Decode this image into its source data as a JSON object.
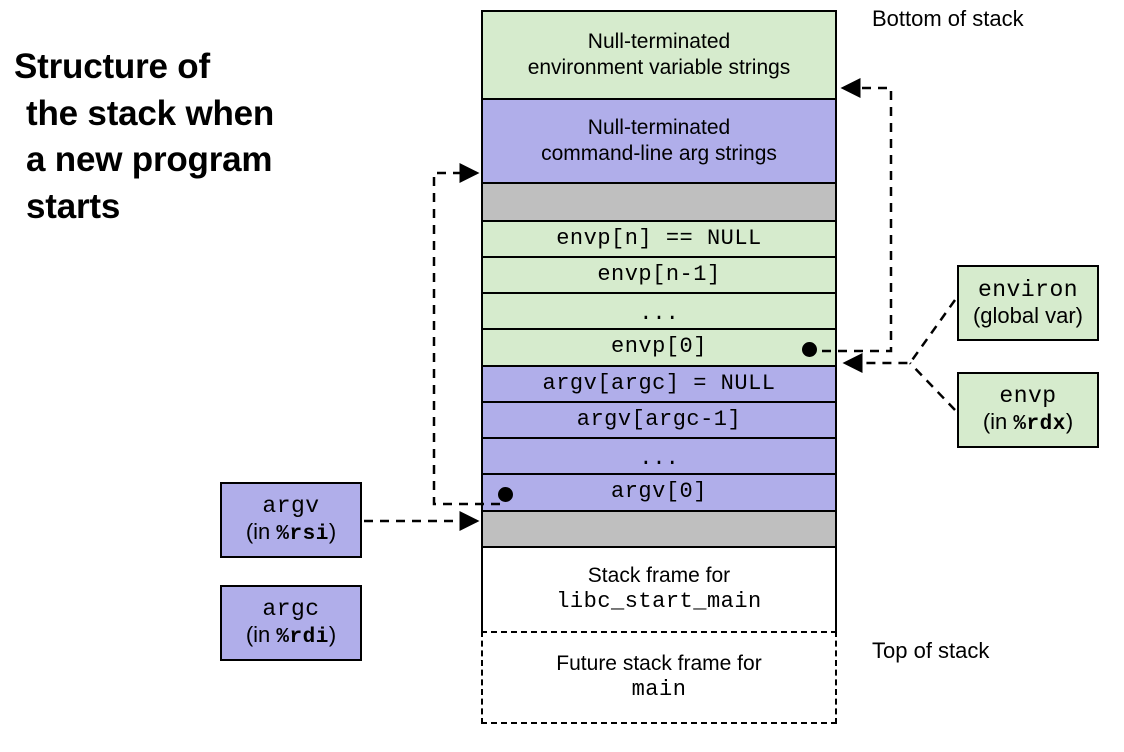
{
  "title": {
    "lines": [
      "Structure of",
      "the stack when",
      "a new program",
      "starts"
    ]
  },
  "labels": {
    "bottom_of_stack": "Bottom of stack",
    "top_of_stack": "Top of stack"
  },
  "stack": {
    "rows": [
      {
        "id": "env-strings",
        "color_name": "green",
        "color": "#d6ebcd",
        "style": "sans",
        "line1": "Null-terminated",
        "line2": "environment variable strings"
      },
      {
        "id": "arg-strings",
        "color_name": "purple",
        "color": "#b0aeea",
        "style": "sans",
        "line1": "Null-terminated",
        "line2": "command-line arg strings"
      },
      {
        "id": "pad-upper",
        "color_name": "gray",
        "color": "#bfbfbf",
        "style": "blank",
        "line1": "",
        "line2": ""
      },
      {
        "id": "envp-n",
        "color_name": "green",
        "color": "#d6ebcd",
        "style": "mono",
        "line1": "envp[n] == NULL",
        "line2": ""
      },
      {
        "id": "envp-n-1",
        "color_name": "green",
        "color": "#d6ebcd",
        "style": "mono",
        "line1": "envp[n-1]",
        "line2": ""
      },
      {
        "id": "envp-ellipsis",
        "color_name": "green",
        "color": "#d6ebcd",
        "style": "ellipsis",
        "line1": "...",
        "line2": ""
      },
      {
        "id": "envp-0",
        "color_name": "green",
        "color": "#d6ebcd",
        "style": "mono",
        "line1": "envp[0]",
        "line2": ""
      },
      {
        "id": "argv-argc",
        "color_name": "purple",
        "color": "#b0aeea",
        "style": "mono",
        "line1": "argv[argc] = NULL",
        "line2": ""
      },
      {
        "id": "argv-argc-1",
        "color_name": "purple",
        "color": "#b0aeea",
        "style": "mono",
        "line1": "argv[argc-1]",
        "line2": ""
      },
      {
        "id": "argv-ellipsis",
        "color_name": "purple",
        "color": "#b0aeea",
        "style": "ellipsis",
        "line1": "...",
        "line2": ""
      },
      {
        "id": "argv-0",
        "color_name": "purple",
        "color": "#b0aeea",
        "style": "mono",
        "line1": "argv[0]",
        "line2": ""
      },
      {
        "id": "pad-lower",
        "color_name": "gray",
        "color": "#bfbfbf",
        "style": "blank",
        "line1": "",
        "line2": ""
      },
      {
        "id": "frame-libc",
        "color_name": "white",
        "color": "#ffffff",
        "style": "mixed",
        "line1": "Stack frame for",
        "line2": "libc_start_main"
      },
      {
        "id": "frame-main",
        "color_name": "dashed",
        "color": "#ffffff",
        "style": "mixed",
        "line1": "Future stack frame for",
        "line2": "main"
      }
    ]
  },
  "callouts": [
    {
      "id": "environ",
      "name": "environ",
      "detail_prefix": "(global var)",
      "reg": "",
      "detail_suffix": "",
      "color": "#d6ebcd"
    },
    {
      "id": "envp",
      "name": "envp",
      "detail_prefix": "(in ",
      "reg": "%rdx",
      "detail_suffix": ")",
      "color": "#d6ebcd"
    },
    {
      "id": "argv",
      "name": "argv",
      "detail_prefix": "(in ",
      "reg": "%rsi",
      "detail_suffix": ")",
      "color": "#b0aeea"
    },
    {
      "id": "argc",
      "name": "argc",
      "detail_prefix": "(in ",
      "reg": "%rdi",
      "detail_suffix": ")",
      "color": "#b0aeea"
    }
  ]
}
